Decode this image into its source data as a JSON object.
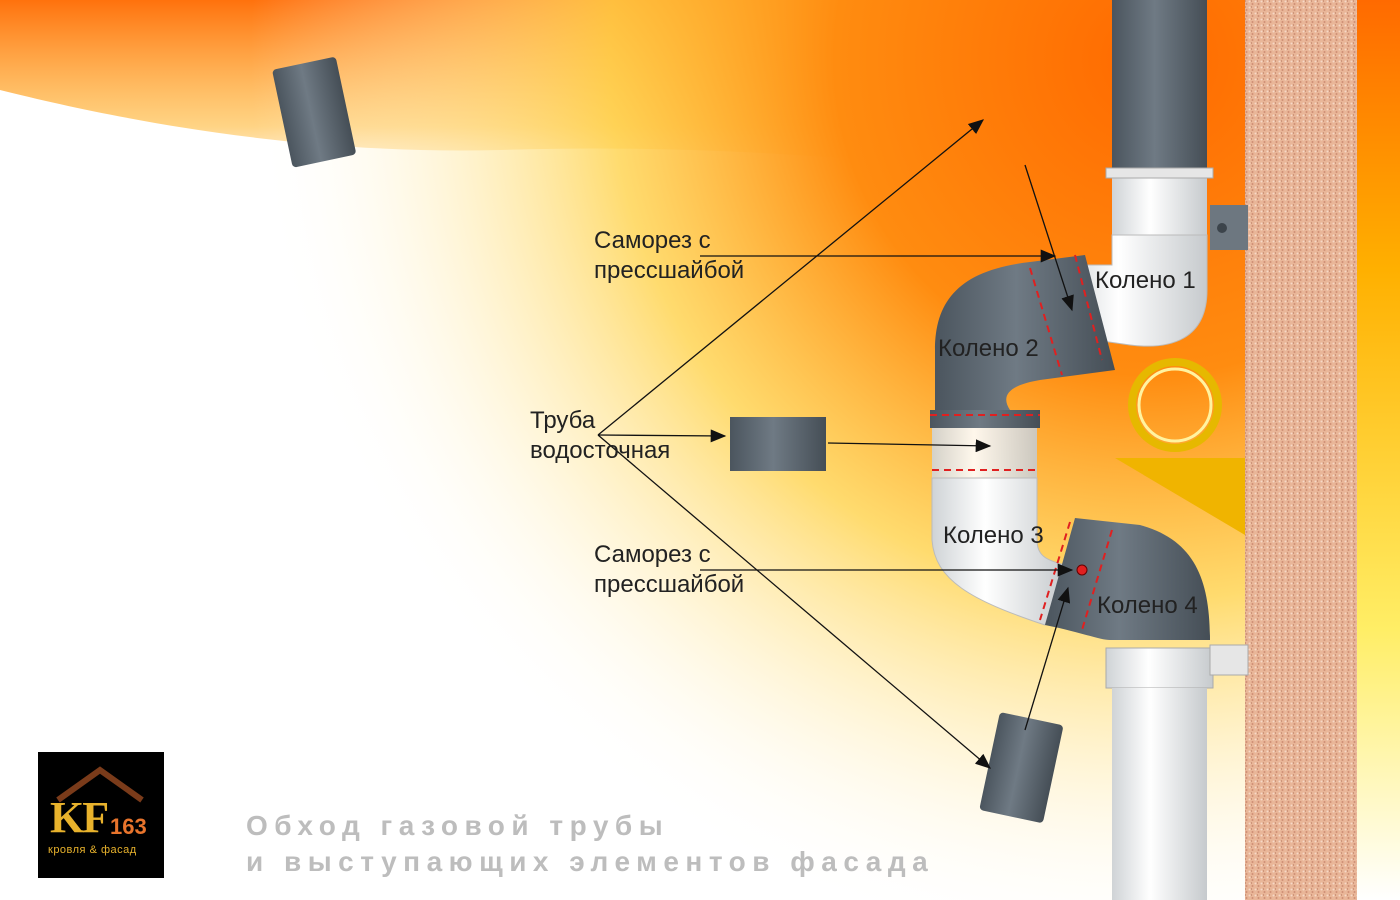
{
  "labels": {
    "screw_top_line1": "Саморез с",
    "screw_top_line2": "прессшайбой",
    "elbow1": "Колено 1",
    "elbow2": "Колено 2",
    "pipe_line1": "Труба",
    "pipe_line2": "водосточная",
    "elbow3": "Колено 3",
    "screw_bottom_line1": "Саморез с",
    "screw_bottom_line2": "прессшайбой",
    "elbow4": "Колено 4"
  },
  "logo": {
    "brand": "KF",
    "number": "163",
    "tagline": "кровля & фасад"
  },
  "caption": {
    "line1": "Обход газовой трубы",
    "line2": "и выступающих элементов фасада"
  },
  "colors": {
    "pipe_gray": "#5b6670",
    "pipe_white": "#ededed",
    "gas_pipe": "#f2c400",
    "wall": "#e8b89a",
    "marker_red": "#e02020"
  }
}
